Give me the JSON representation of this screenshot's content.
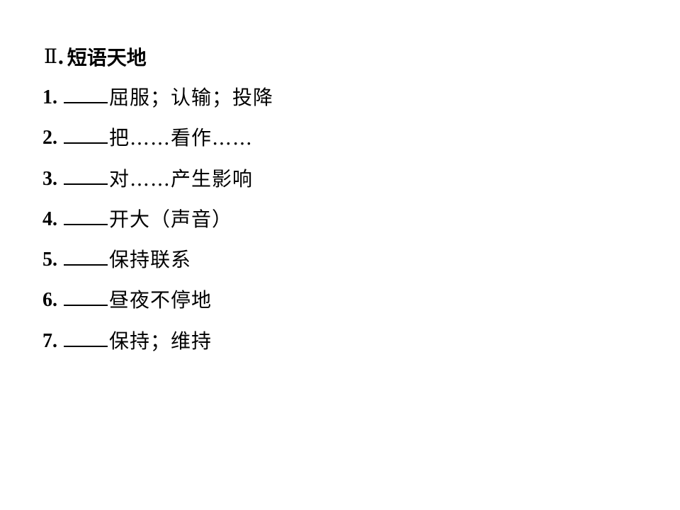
{
  "section": {
    "roman_numeral": "Ⅱ",
    "separator": ".",
    "title": "短语天地"
  },
  "items": [
    {
      "number": "1.",
      "text": "屈服；认输；投降"
    },
    {
      "number": "2.",
      "text": "把……看作……"
    },
    {
      "number": "3.",
      "text": "对……产生影响"
    },
    {
      "number": "4.",
      "text": "开大（声音）"
    },
    {
      "number": "5.",
      "text": "保持联系"
    },
    {
      "number": "6.",
      "text": "昼夜不停地"
    },
    {
      "number": "7.",
      "text": "保持；维持"
    }
  ]
}
